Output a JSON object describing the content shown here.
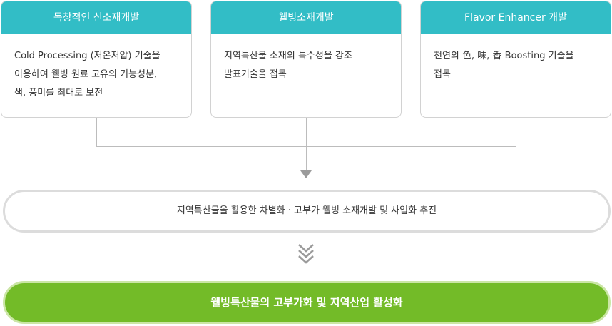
{
  "cards": [
    {
      "title": "독창적인 신소재개발",
      "lines": [
        "Cold Processing (저온저압) 기술을",
        "이용하여 웰빙 원료 고유의 기능성분,",
        "색, 풍미를 최대로 보전"
      ]
    },
    {
      "title": "웰빙소재개발",
      "lines": [
        "지역특산물 소재의 특수성을 강조",
        "발표기술을 접목"
      ]
    },
    {
      "title": "Flavor Enhancer 개발",
      "lines": [
        "천연의 色, 味, 香 Boosting 기술을",
        "접목"
      ]
    }
  ],
  "middle": {
    "text": "지역특산물을 활용한 차별화 · 고부가 웰빙 소재개발 및 사업화 추진"
  },
  "result": {
    "text": "웰빙특산물의 고부가화 및 지역산업 활성화"
  },
  "colors": {
    "card_header": "#32bdc6",
    "result_fill": "#73bb28",
    "result_border": "#cbe6a6",
    "connector": "#bcbcbc",
    "chevron": "#9b9b9b"
  }
}
